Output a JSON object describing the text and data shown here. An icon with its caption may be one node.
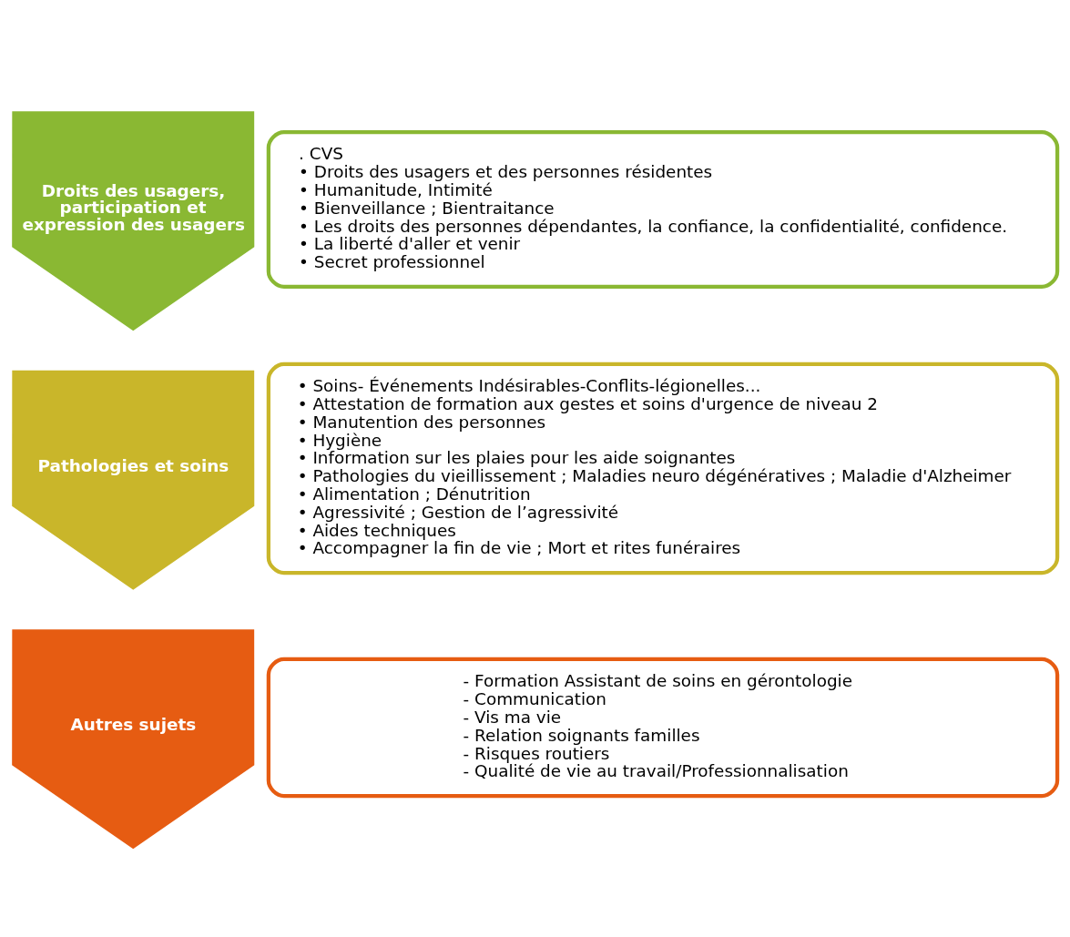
{
  "diagram": {
    "nodes": [
      {
        "text": [
          "Droits des usagers, participation et expression des usagers"
        ]
      },
      {
        "text": [
          ". CVS",
          "• Droits des usagers et des personnes résidentes",
          "• Humanitude, Intimité",
          "• Bienveillance ; Bientraitance",
          "• Les droits des personnes dépendantes, la confiance, la confidentialité, confidence.",
          "• La liberté d'aller et venir",
          "• Secret professionnel"
        ]
      },
      {
        "text": [
          "Pathologies et soins"
        ]
      },
      {
        "text": [
          "• Soins- Événements Indésirables-Conflits-légionelles...",
          "• Attestation de formation aux gestes et soins d'urgence de niveau 2",
          "• Manutention des personnes",
          "• Hygiène",
          "• Information sur les plaies pour les aide soignantes",
          "• Pathologies du vieillissement ; Maladies neuro dégénératives ; Maladie d'Alzheimer",
          "• Alimentation ; Dénutrition",
          "• Agressivité ; Gestion de l’agressivité",
          "• Aides techniques",
          "• Accompagner la fin de vie ; Mort et rites funéraires"
        ]
      },
      {
        "text": [
          "Autres sujets"
        ]
      },
      {
        "text": [
          "- Formation Assistant de soins en gérontologie",
          "- Communication",
          "- Vis ma vie",
          "- Relation soignants familles",
          "- Risques routiers",
          "- Qualité de vie au travail/Professionnalisation"
        ]
      }
    ],
    "edges": []
  }
}
